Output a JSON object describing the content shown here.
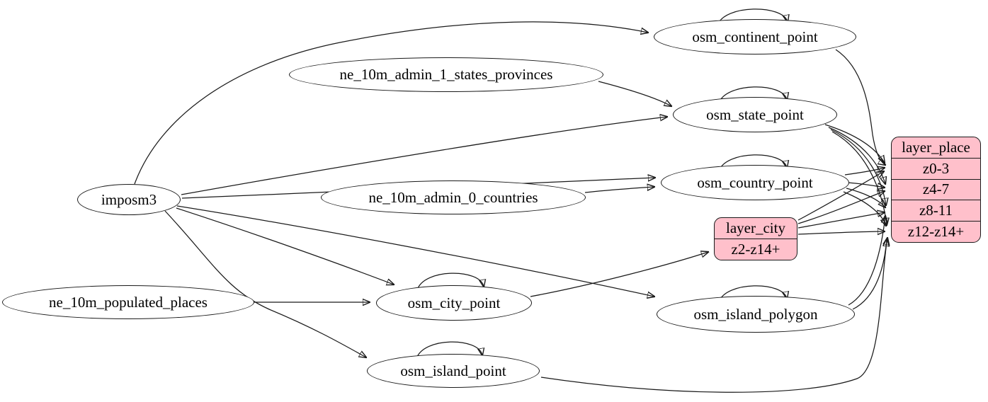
{
  "nodes": {
    "imposm3": "imposm3",
    "ne_10m_admin_1_states_provinces": "ne_10m_admin_1_states_provinces",
    "ne_10m_admin_0_countries": "ne_10m_admin_0_countries",
    "ne_10m_populated_places": "ne_10m_populated_places",
    "osm_continent_point": "osm_continent_point",
    "osm_state_point": "osm_state_point",
    "osm_country_point": "osm_country_point",
    "osm_city_point": "osm_city_point",
    "osm_island_polygon": "osm_island_polygon",
    "osm_island_point": "osm_island_point"
  },
  "records": {
    "layer_city": {
      "title": "layer_city",
      "rows": [
        "z2-z14+"
      ]
    },
    "layer_place": {
      "title": "layer_place",
      "rows": [
        "z0-3",
        "z4-7",
        "z8-11",
        "z12-z14+"
      ]
    }
  },
  "colors": {
    "record_fill": "#ffc0cb",
    "node_fill": "#ffffff",
    "stroke": "#1a1a1a"
  },
  "edges": [
    {
      "from": "imposm3",
      "to": "osm_continent_point"
    },
    {
      "from": "imposm3",
      "to": "osm_state_point"
    },
    {
      "from": "imposm3",
      "to": "osm_country_point"
    },
    {
      "from": "imposm3",
      "to": "osm_city_point"
    },
    {
      "from": "imposm3",
      "to": "osm_island_polygon"
    },
    {
      "from": "imposm3",
      "to": "osm_island_point"
    },
    {
      "from": "ne_10m_admin_1_states_provinces",
      "to": "osm_state_point"
    },
    {
      "from": "ne_10m_admin_0_countries",
      "to": "osm_country_point"
    },
    {
      "from": "ne_10m_populated_places",
      "to": "osm_city_point"
    },
    {
      "from": "osm_continent_point",
      "to": "osm_continent_point"
    },
    {
      "from": "osm_state_point",
      "to": "osm_state_point"
    },
    {
      "from": "osm_country_point",
      "to": "osm_country_point"
    },
    {
      "from": "osm_city_point",
      "to": "osm_city_point"
    },
    {
      "from": "osm_island_polygon",
      "to": "osm_island_polygon"
    },
    {
      "from": "osm_island_point",
      "to": "osm_island_point"
    },
    {
      "from": "osm_continent_point",
      "to": "layer_place:z0-3"
    },
    {
      "from": "osm_state_point",
      "to": "layer_place:z0-3"
    },
    {
      "from": "osm_state_point",
      "to": "layer_place:z4-7"
    },
    {
      "from": "osm_state_point",
      "to": "layer_place:z8-11"
    },
    {
      "from": "osm_state_point",
      "to": "layer_place:z12-z14+"
    },
    {
      "from": "osm_country_point",
      "to": "layer_place:z0-3"
    },
    {
      "from": "osm_country_point",
      "to": "layer_place:z4-7"
    },
    {
      "from": "osm_country_point",
      "to": "layer_place:z8-11"
    },
    {
      "from": "osm_country_point",
      "to": "layer_place:z12-z14+"
    },
    {
      "from": "osm_city_point",
      "to": "layer_city:z2-z14+"
    },
    {
      "from": "layer_city",
      "to": "layer_place:z0-3"
    },
    {
      "from": "layer_city",
      "to": "layer_place:z4-7"
    },
    {
      "from": "layer_city",
      "to": "layer_place:z8-11"
    },
    {
      "from": "layer_city",
      "to": "layer_place:z12-z14+"
    },
    {
      "from": "osm_island_polygon",
      "to": "layer_place:z8-11"
    },
    {
      "from": "osm_island_polygon",
      "to": "layer_place:z12-z14+"
    },
    {
      "from": "osm_island_point",
      "to": "layer_place:z12-z14+"
    }
  ]
}
